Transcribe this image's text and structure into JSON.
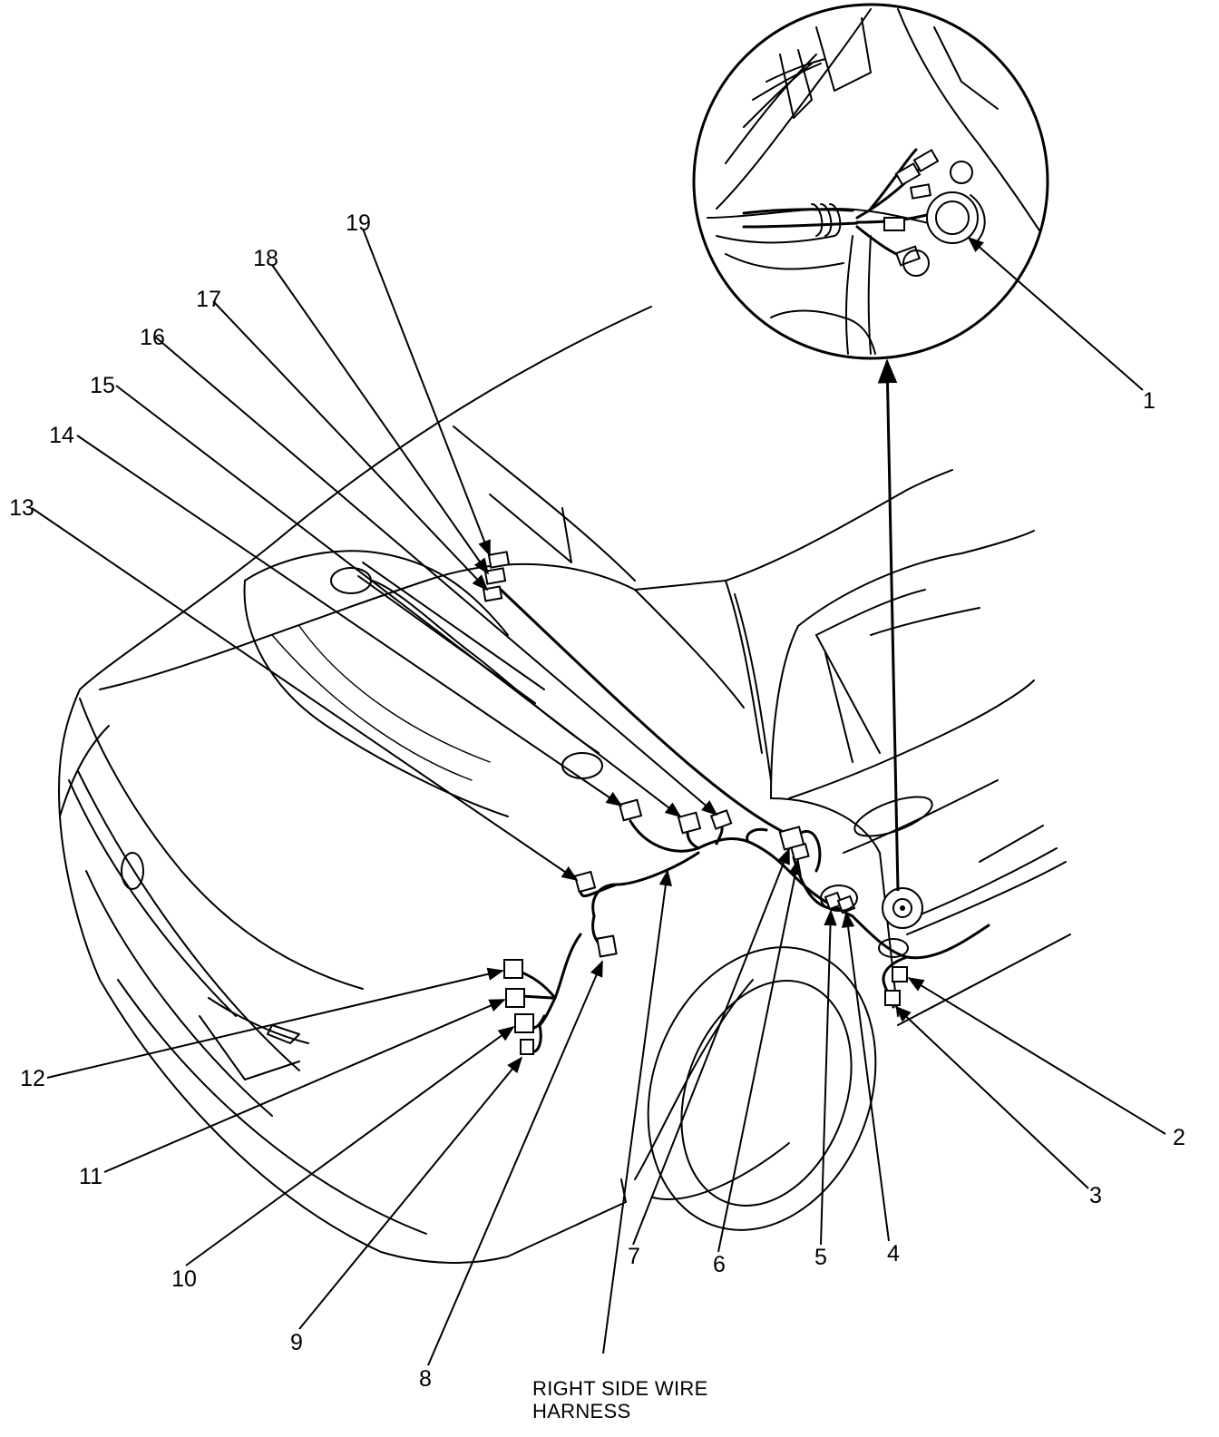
{
  "figure": {
    "harness_caption_line1": "RIGHT SIDE WIRE",
    "harness_caption_line2": "HARNESS"
  },
  "callouts": [
    {
      "id": "callout-1",
      "label": "1"
    },
    {
      "id": "callout-2",
      "label": "2"
    },
    {
      "id": "callout-3",
      "label": "3"
    },
    {
      "id": "callout-4",
      "label": "4"
    },
    {
      "id": "callout-5",
      "label": "5"
    },
    {
      "id": "callout-6",
      "label": "6"
    },
    {
      "id": "callout-7",
      "label": "7"
    },
    {
      "id": "callout-8",
      "label": "8"
    },
    {
      "id": "callout-9",
      "label": "9"
    },
    {
      "id": "callout-10",
      "label": "10"
    },
    {
      "id": "callout-11",
      "label": "11"
    },
    {
      "id": "callout-12",
      "label": "12"
    },
    {
      "id": "callout-13",
      "label": "13"
    },
    {
      "id": "callout-14",
      "label": "14"
    },
    {
      "id": "callout-15",
      "label": "15"
    },
    {
      "id": "callout-16",
      "label": "16"
    },
    {
      "id": "callout-17",
      "label": "17"
    },
    {
      "id": "callout-18",
      "label": "18"
    },
    {
      "id": "callout-19",
      "label": "19"
    }
  ]
}
